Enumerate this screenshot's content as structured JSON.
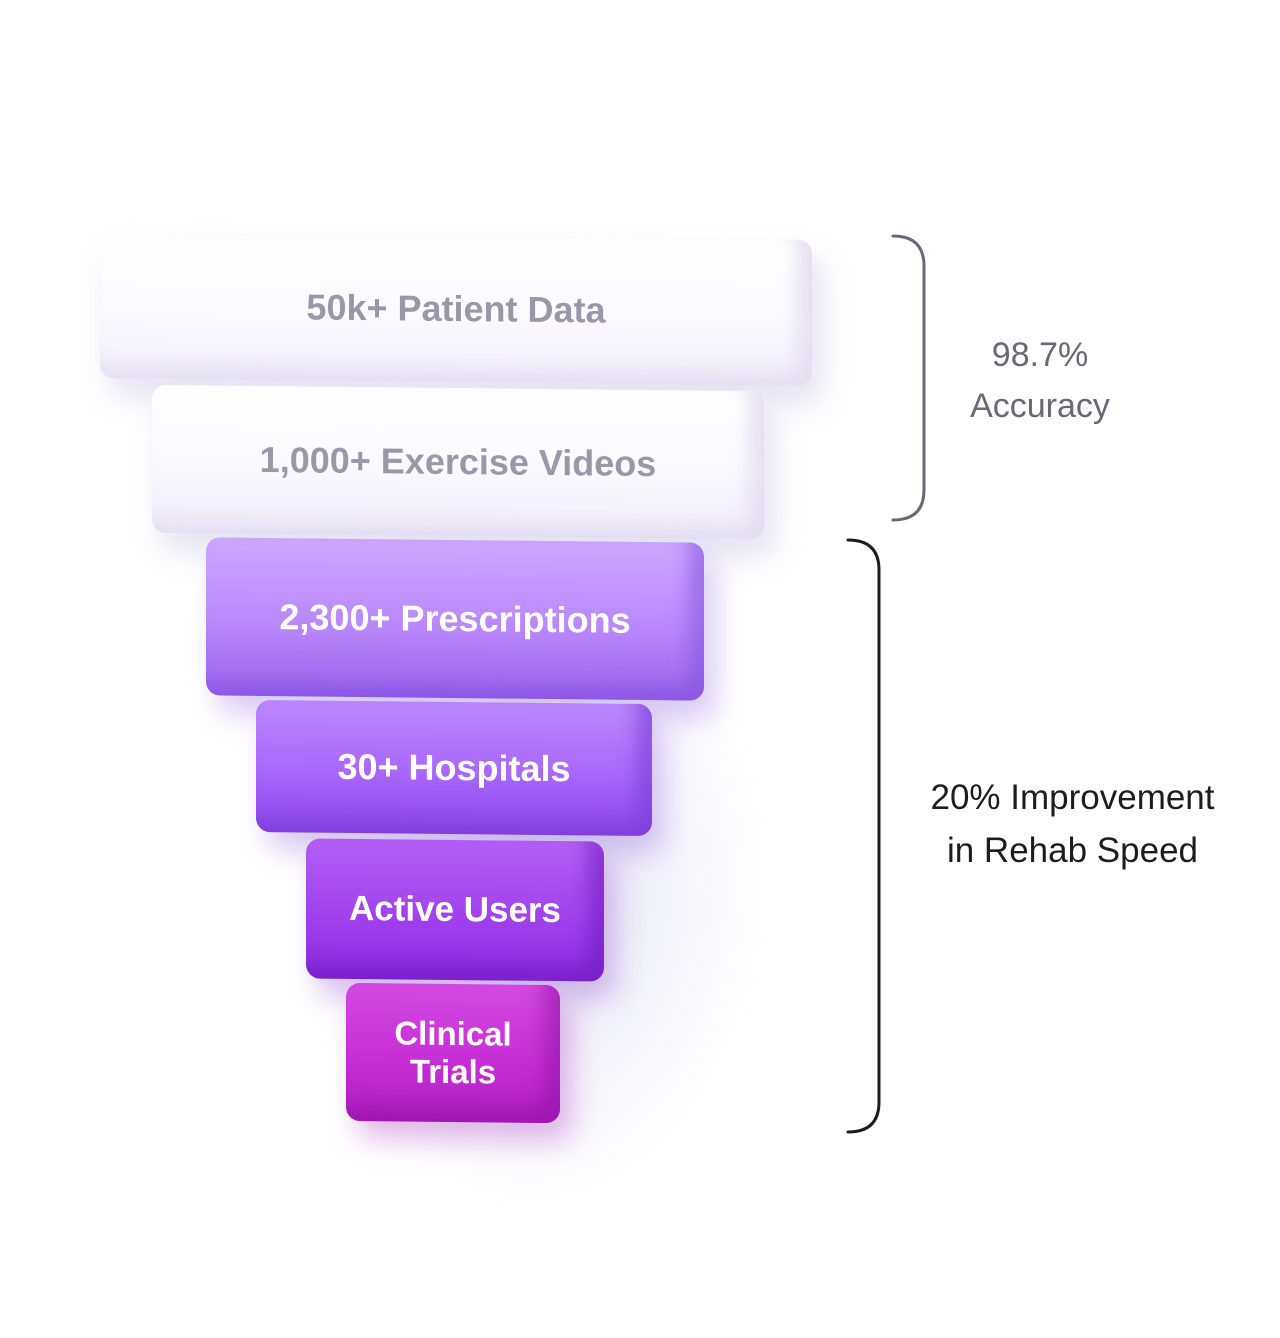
{
  "funnel": {
    "levels": [
      {
        "label": "50k+ Patient Data"
      },
      {
        "label": "1,000+ Exercise Videos"
      },
      {
        "label": "2,300+ Prescriptions"
      },
      {
        "label": "30+ Hospitals"
      },
      {
        "label": "Active Users"
      },
      {
        "label_line1": "Clinical",
        "label_line2": "Trials"
      }
    ]
  },
  "annotations": {
    "accuracy": {
      "line1": "98.7%",
      "line2": "Accuracy"
    },
    "rehab": {
      "line1": "20% Improvement",
      "line2": "in Rehab Speed"
    }
  },
  "colors": {
    "white_block_text": "#9a97a8",
    "purple_light": "#c9a3ff",
    "purple_mid": "#a866fb",
    "purple_deep": "#9a3ae8",
    "magenta": "#c72fd6",
    "brace_gray": "#6a6777",
    "brace_black": "#1e1c22"
  }
}
